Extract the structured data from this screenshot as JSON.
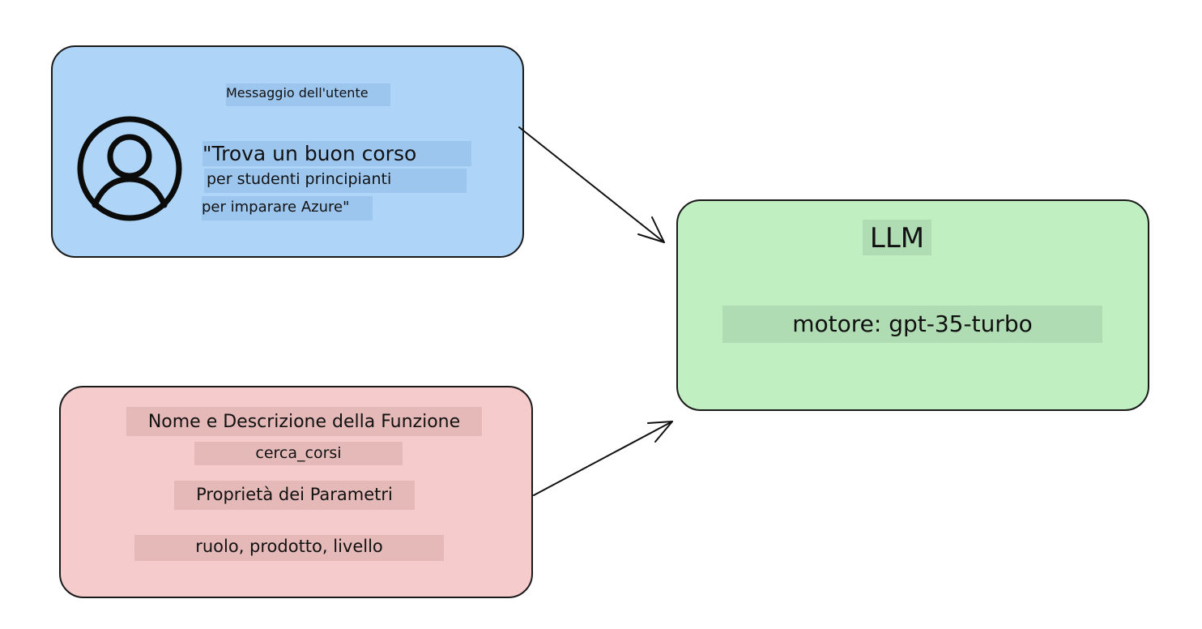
{
  "user_message": {
    "label": "Messaggio dell'utente",
    "line1": "\"Trova un buon corso",
    "line2": "per studenti principianti",
    "line3": "per imparare Azure\"",
    "icon": "user-avatar-icon"
  },
  "llm": {
    "title": "LLM",
    "engine": "motore: gpt-35-turbo"
  },
  "function": {
    "title": "Nome e Descrizione della Funzione",
    "name": "cerca_corsi",
    "params_title": "Proprietà dei Parametri",
    "params": "ruolo, prodotto, livello"
  },
  "colors": {
    "user_box": "#aed4f8",
    "llm_box": "#c0f0c2",
    "function_box": "#f5cbcb",
    "stroke": "#1a1a1a"
  }
}
